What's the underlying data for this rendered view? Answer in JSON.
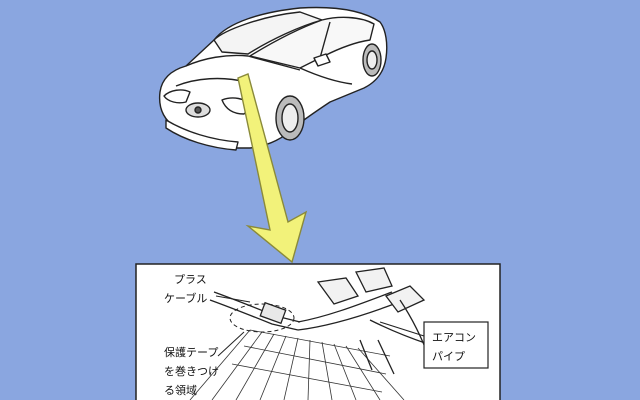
{
  "colors": {
    "background": "#8aa6e0",
    "arrow_fill": "#f2f27a",
    "arrow_stroke": "#8a8a3a",
    "line": "#222222",
    "panel": "#ffffff"
  },
  "callouts": {
    "plus_cable": [
      "プラス",
      "ケーブル"
    ],
    "protective_tape": [
      "保護テープ",
      "を巻きつけ",
      "る領域"
    ],
    "aircon_pipe": [
      "エアコン",
      "パイプ"
    ]
  }
}
